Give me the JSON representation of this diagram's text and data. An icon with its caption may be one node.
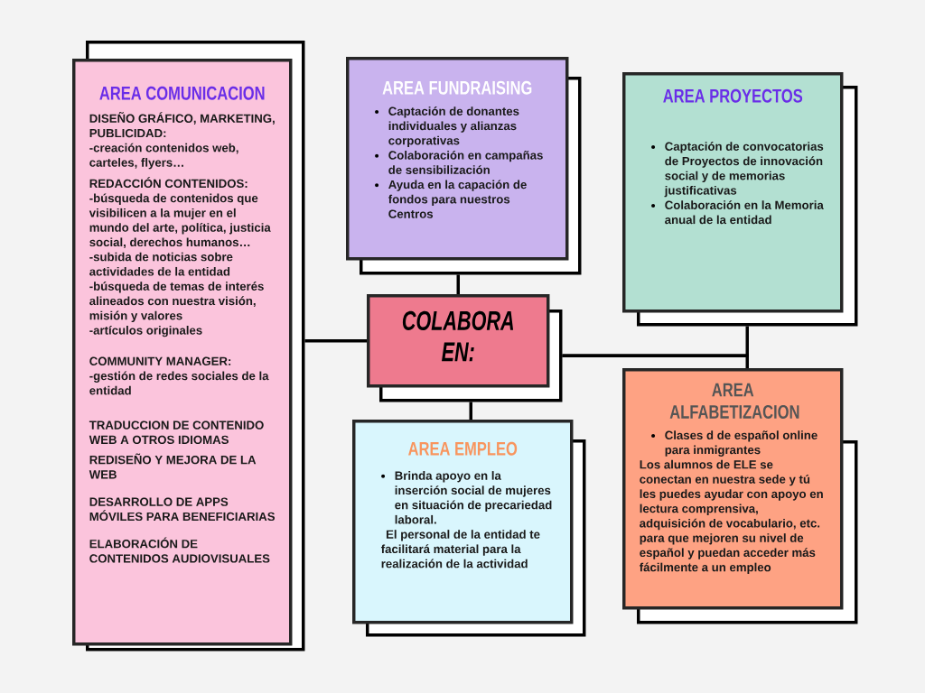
{
  "diagram": {
    "nodes": [
      {
        "text": [
          "COLABORA EN:"
        ]
      },
      {
        "text": [
          "AREA COMUNICACION",
          "DISEÑO GRÁFICO, MARKETING, PUBLICIDAD:",
          "-creación contenidos web, carteles, flyers…",
          "REDACCIÓN CONTENIDOS:",
          "-búsqueda de contenidos que visibilicen a la mujer en el mundo del arte, política, justicia social, derechos humanos…",
          "-subida de noticias sobre actividades de la entidad",
          "-búsqueda de temas de interés alineados con nuestra visión, misión y valores",
          "-artículos originales",
          "COMMUNITY MANAGER:",
          "-gestión de redes sociales de la entidad",
          "TRADUCCION DE CONTENIDO WEB A OTROS IDIOMAS",
          "REDISEÑO Y MEJORA DE LA WEB",
          "DESARROLLO DE APPS MÓVILES PARA BENEFICIARIAS",
          "ELABORACIÓN DE CONTENIDOS AUDIOVISUALES"
        ]
      },
      {
        "text": [
          "AREA FUNDRAISING",
          "Captación de donantes individuales y alianzas corporativas",
          "Colaboración en campañas de sensibilización",
          "Ayuda en la capación de fondos para nuestros Centros"
        ]
      },
      {
        "text": [
          "AREA PROYECTOS",
          "Captación de convocatorias de Proyectos de innovación social y de memorias justificativas",
          "Colaboración en la Memoria anual de la entidad"
        ]
      },
      {
        "text": [
          "AREA EMPLEO",
          "Brinda apoyo en la inserción social de mujeres en situación de precariedad laboral.",
          "El personal de la entidad te facilitará material para la realización de la actividad"
        ]
      },
      {
        "text": [
          "AREA ALFABETIZACION",
          "Clases d de español online para inmigrantes",
          "Los alumnos de ELE se conectan en nuestra sede y tú les puedes ayudar con apoyo en lectura comprensiva, adquisición de vocabulario, etc. para que mejoren su nivel de español y puedan acceder más fácilmente a un empleo"
        ]
      }
    ],
    "edges": [
      {
        "from": 0,
        "to": 1,
        "arrow": "none"
      },
      {
        "from": 0,
        "to": 2,
        "arrow": "none"
      },
      {
        "from": 0,
        "to": 3,
        "arrow": "none"
      },
      {
        "from": 0,
        "to": 4,
        "arrow": "none"
      },
      {
        "from": 0,
        "to": 5,
        "arrow": "none"
      }
    ]
  }
}
